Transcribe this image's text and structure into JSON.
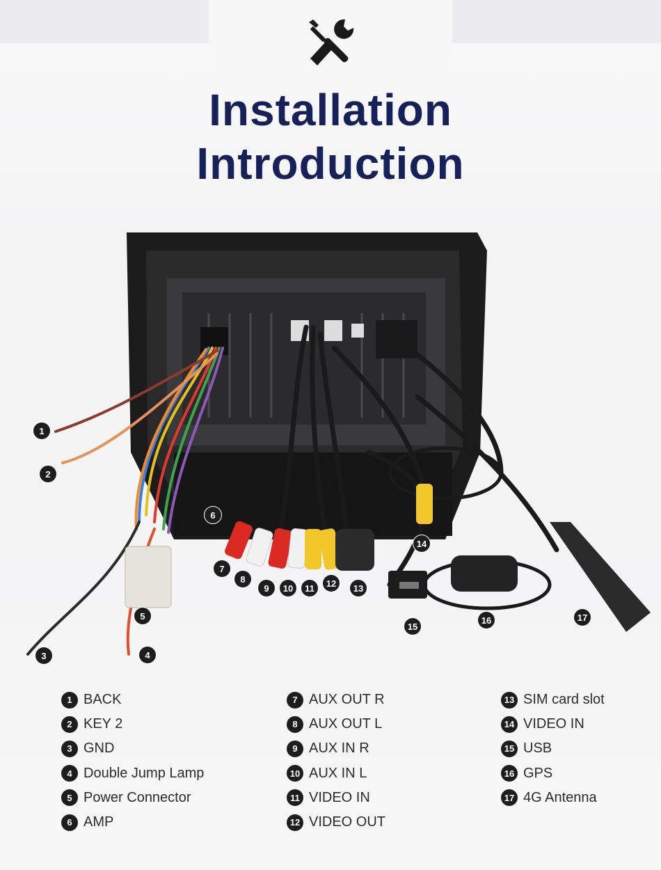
{
  "title_line1": "Installation",
  "title_line2": "Introduction",
  "icons": {
    "tools": "screwdriver-wrench-icon"
  },
  "colors": {
    "title": "#16215a",
    "badge": "#1d1d1d",
    "text": "#2b2b2b"
  },
  "callouts": [
    "1",
    "2",
    "3",
    "4",
    "5",
    "6",
    "7",
    "8",
    "9",
    "10",
    "11",
    "12",
    "13",
    "14",
    "15",
    "16",
    "17"
  ],
  "legend": [
    [
      {
        "num": "1",
        "label": "BACK"
      },
      {
        "num": "2",
        "label": "KEY 2"
      },
      {
        "num": "3",
        "label": "GND"
      },
      {
        "num": "4",
        "label": "Double Jump Lamp"
      },
      {
        "num": "5",
        "label": "Power Connector"
      },
      {
        "num": "6",
        "label": "AMP"
      }
    ],
    [
      {
        "num": "7",
        "label": "AUX OUT R"
      },
      {
        "num": "8",
        "label": "AUX OUT L"
      },
      {
        "num": "9",
        "label": "AUX IN R"
      },
      {
        "num": "10",
        "label": "AUX IN L"
      },
      {
        "num": "11",
        "label": "VIDEO IN"
      },
      {
        "num": "12",
        "label": "VIDEO OUT"
      }
    ],
    [
      {
        "num": "13",
        "label": "SIM card slot"
      },
      {
        "num": "14",
        "label": "VIDEO IN"
      },
      {
        "num": "15",
        "label": "USB"
      },
      {
        "num": "16",
        "label": "GPS"
      },
      {
        "num": "17",
        "label": "4G Antenna"
      }
    ]
  ]
}
